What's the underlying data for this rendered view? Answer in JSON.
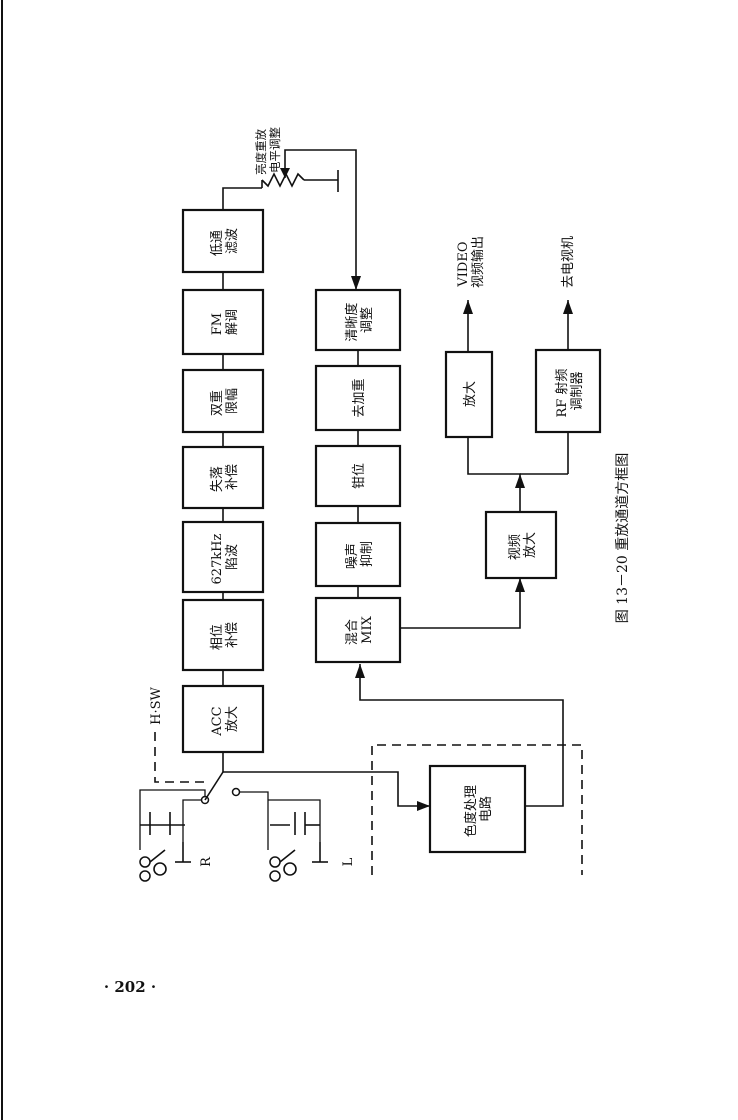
{
  "blocks": {
    "acc": [
      "ACC",
      "放大"
    ],
    "phase_comp": [
      "相位",
      "补偿"
    ],
    "trap": [
      "627kHz",
      "陷波"
    ],
    "dropout": [
      "失落",
      "补偿"
    ],
    "limiter": [
      "双重",
      "限幅"
    ],
    "fm_demod": [
      "FM",
      "解调"
    ],
    "lpf": [
      "低通",
      "滤波"
    ],
    "mix": [
      "混合",
      "MIX"
    ],
    "noise": [
      "噪声",
      "抑制"
    ],
    "clamp": [
      "钳位"
    ],
    "deemph": [
      "去加重"
    ],
    "sharpness": [
      "清晰度",
      "调整"
    ],
    "video_amp": [
      "视频",
      "放大"
    ],
    "amp": [
      "放大"
    ],
    "rf_mod": [
      "RF 射频",
      "调制器"
    ],
    "chroma": [
      "色度处理",
      "电路"
    ]
  },
  "labels": {
    "hsw": "H·SW",
    "head_r": "R",
    "head_l": "L",
    "pot": [
      "亮度重放",
      "电平调整"
    ],
    "video_out": [
      "VIDEO",
      "视频输出"
    ],
    "to_tv": "去电视机"
  },
  "caption": "图 13－20  重放通道方框图",
  "page_number": "· 202 ·"
}
